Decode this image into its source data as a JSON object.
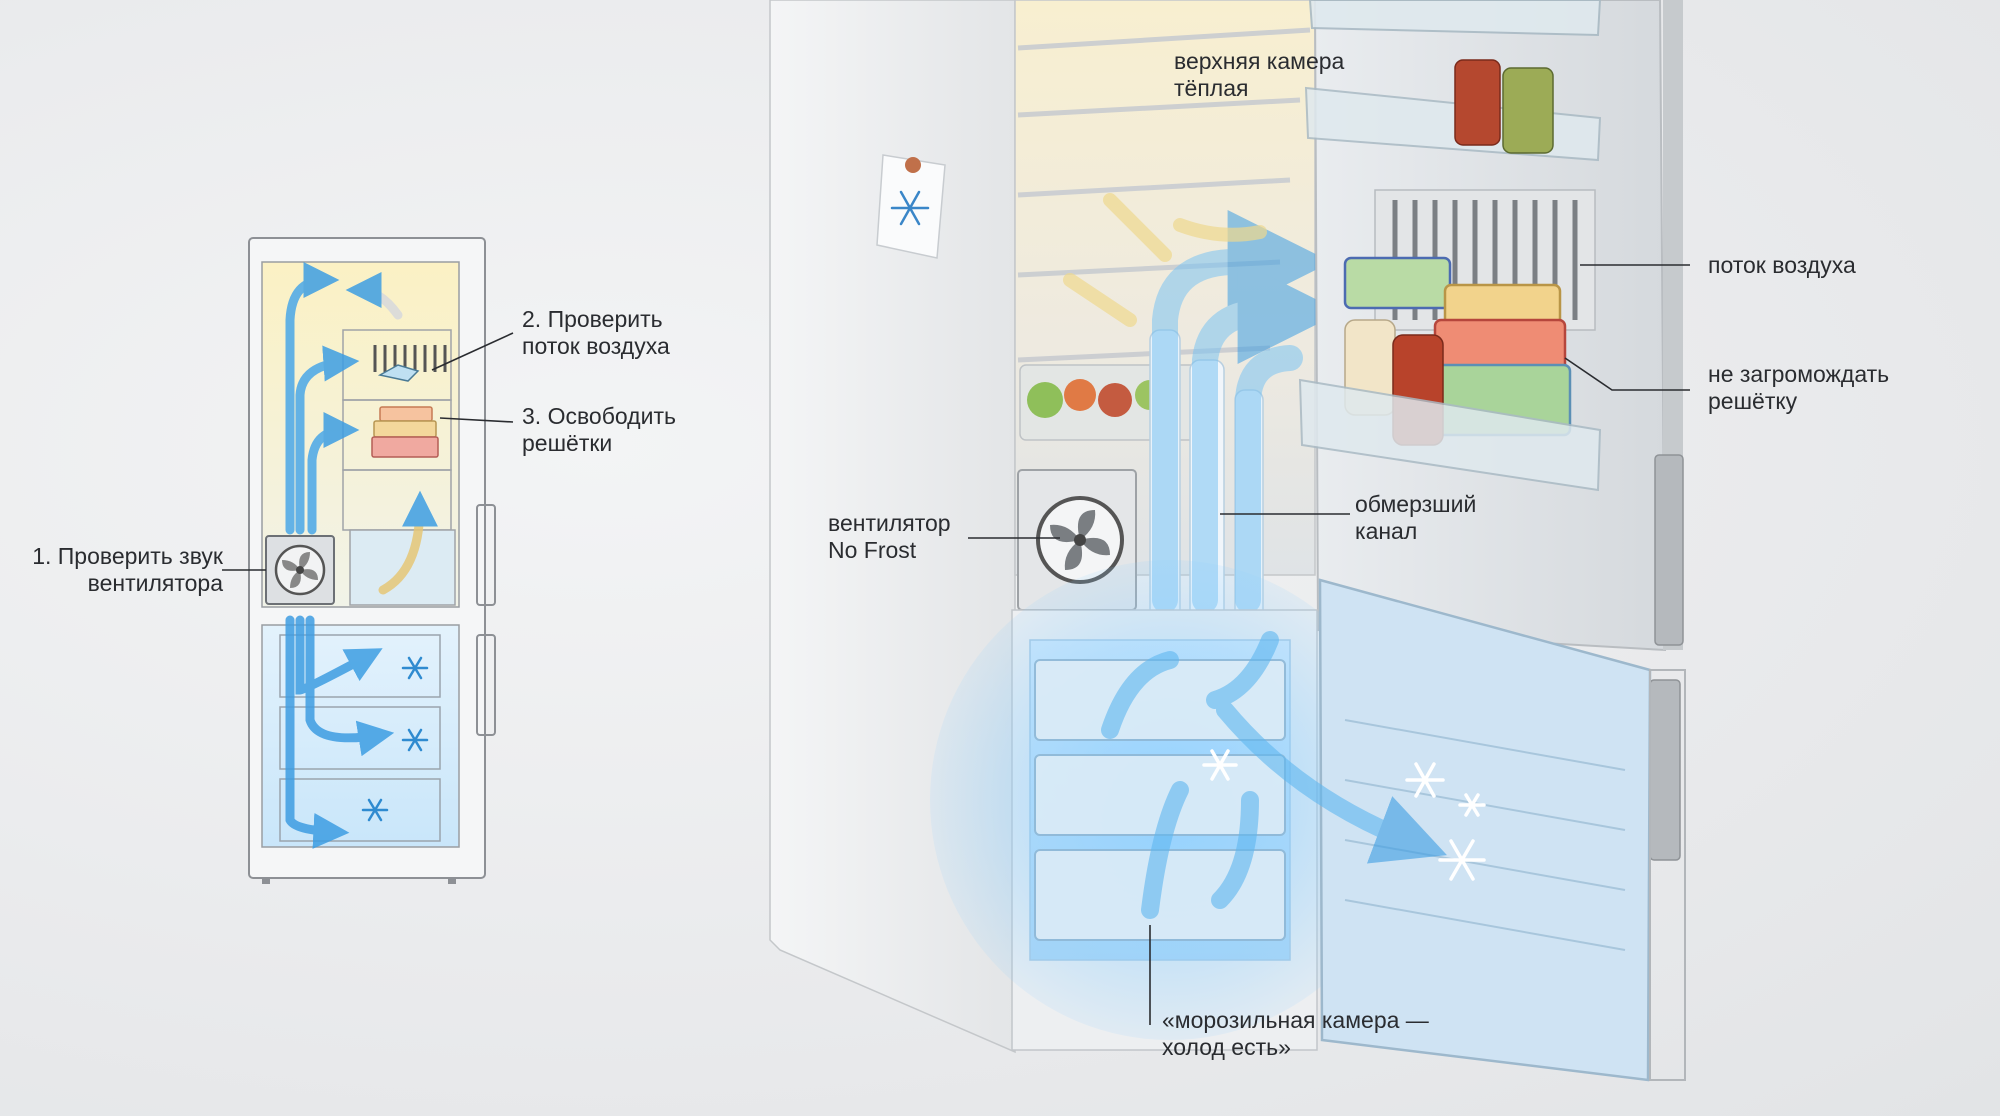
{
  "schematic": {
    "step1": [
      "1. Проверить звук",
      "вентилятора"
    ],
    "step2": [
      "2. Проверить",
      "поток воздуха"
    ],
    "step3": [
      "3. Освободить",
      "решётки"
    ]
  },
  "photo": {
    "upper_chamber": [
      "верхняя камера",
      "тёплая"
    ],
    "airflow": [
      "поток воздуха"
    ],
    "no_clutter": [
      "не загромождать",
      "решётку"
    ],
    "fan": [
      "вентилятор",
      "No Frost"
    ],
    "frozen_channel": [
      "обмерзший",
      "канал"
    ],
    "freezer_cold": [
      "«морозильная камера —",
      "холод есть»"
    ]
  },
  "colors": {
    "airflow_blue": "#4aa8e8",
    "warm_zone": "#fbf3cf",
    "cold_zone": "#d3ecfb"
  }
}
